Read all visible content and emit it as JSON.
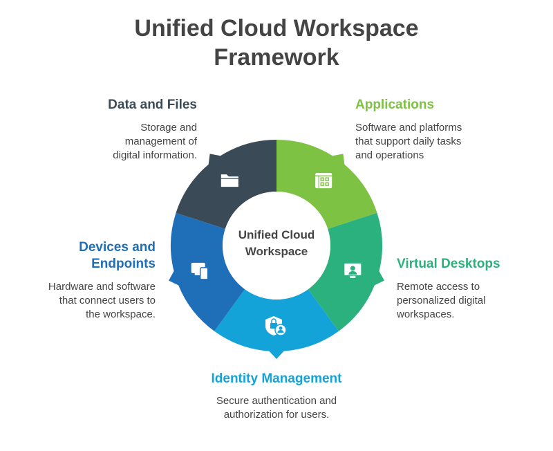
{
  "title_line1": "Unified Cloud Workspace",
  "title_line2": "Framework",
  "center_label_line1": "Unified Cloud",
  "center_label_line2": "Workspace",
  "segments": [
    {
      "name": "Applications",
      "desc": [
        "Software and platforms",
        "that support daily tasks",
        "and operations"
      ],
      "color": "#7dc242",
      "icon": "app-grid-icon"
    },
    {
      "name": "Virtual Desktops",
      "desc": [
        "Remote access to",
        "personalized digital",
        "workspaces."
      ],
      "color": "#2bb17e",
      "icon": "desktop-user-icon"
    },
    {
      "name": "Identity Management",
      "desc": [
        "Secure authentication and",
        "authorization for users."
      ],
      "color": "#14a3d8",
      "icon": "shield-user-icon"
    },
    {
      "name_line1": "Devices and",
      "name_line2": "Endpoints",
      "desc": [
        "Hardware and software",
        "that connect users to",
        "the workspace."
      ],
      "color": "#1f6fb8",
      "icon": "devices-icon"
    },
    {
      "name": "Data and Files",
      "desc": [
        "Storage and",
        "management of",
        "digital information."
      ],
      "color": "#3b4a57",
      "icon": "folder-icon"
    }
  ]
}
